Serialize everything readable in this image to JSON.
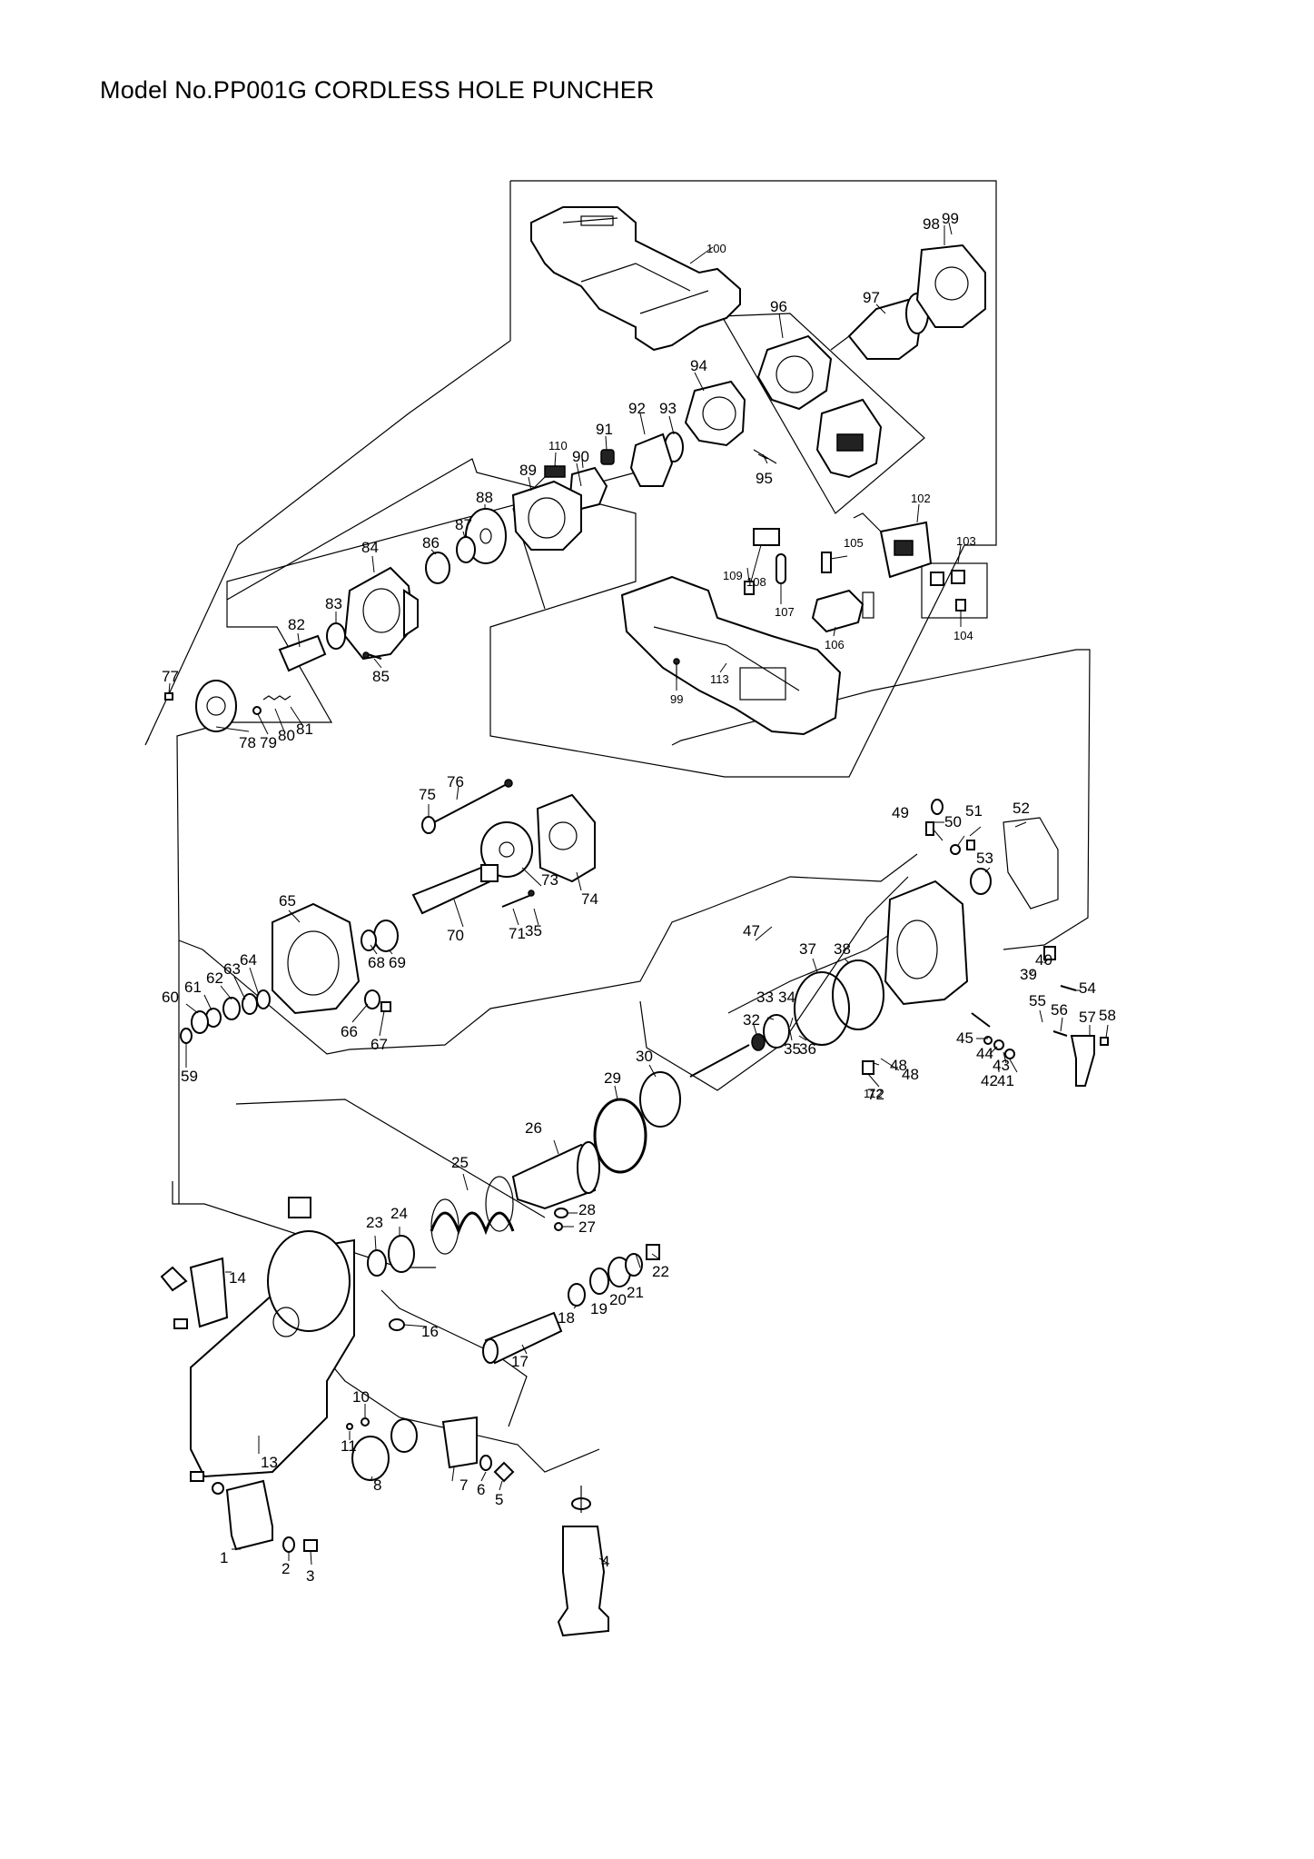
{
  "title": "Model No.PP001G CORDLESS HOLE PUNCHER",
  "parts": [
    {
      "id": "1"
    },
    {
      "id": "2"
    },
    {
      "id": "3"
    },
    {
      "id": "4"
    },
    {
      "id": "5"
    },
    {
      "id": "6"
    },
    {
      "id": "7"
    },
    {
      "id": "8"
    },
    {
      "id": "10"
    },
    {
      "id": "11"
    },
    {
      "id": "13"
    },
    {
      "id": "14"
    },
    {
      "id": "16"
    },
    {
      "id": "17"
    },
    {
      "id": "18"
    },
    {
      "id": "19"
    },
    {
      "id": "20"
    },
    {
      "id": "21"
    },
    {
      "id": "22"
    },
    {
      "id": "23"
    },
    {
      "id": "24"
    },
    {
      "id": "25"
    },
    {
      "id": "26"
    },
    {
      "id": "27"
    },
    {
      "id": "28"
    },
    {
      "id": "29"
    },
    {
      "id": "30"
    },
    {
      "id": "32"
    },
    {
      "id": "33"
    },
    {
      "id": "34"
    },
    {
      "id": "35"
    },
    {
      "id": "36"
    },
    {
      "id": "37"
    },
    {
      "id": "38"
    },
    {
      "id": "39"
    },
    {
      "id": "40"
    },
    {
      "id": "41"
    },
    {
      "id": "42"
    },
    {
      "id": "43"
    },
    {
      "id": "44"
    },
    {
      "id": "45"
    },
    {
      "id": "47"
    },
    {
      "id": "48"
    },
    {
      "id": "49"
    },
    {
      "id": "50"
    },
    {
      "id": "51"
    },
    {
      "id": "52"
    },
    {
      "id": "53"
    },
    {
      "id": "54"
    },
    {
      "id": "55"
    },
    {
      "id": "56"
    },
    {
      "id": "57"
    },
    {
      "id": "58"
    },
    {
      "id": "59"
    },
    {
      "id": "60"
    },
    {
      "id": "61"
    },
    {
      "id": "62"
    },
    {
      "id": "63"
    },
    {
      "id": "64"
    },
    {
      "id": "65"
    },
    {
      "id": "66"
    },
    {
      "id": "67"
    },
    {
      "id": "68"
    },
    {
      "id": "69"
    },
    {
      "id": "70"
    },
    {
      "id": "71"
    },
    {
      "id": "72"
    },
    {
      "id": "73"
    },
    {
      "id": "74"
    },
    {
      "id": "75"
    },
    {
      "id": "76"
    },
    {
      "id": "77"
    },
    {
      "id": "78"
    },
    {
      "id": "79"
    },
    {
      "id": "80"
    },
    {
      "id": "81"
    },
    {
      "id": "82"
    },
    {
      "id": "83"
    },
    {
      "id": "84"
    },
    {
      "id": "85"
    },
    {
      "id": "86"
    },
    {
      "id": "87"
    },
    {
      "id": "88"
    },
    {
      "id": "89"
    },
    {
      "id": "90"
    },
    {
      "id": "91"
    },
    {
      "id": "92"
    },
    {
      "id": "93"
    },
    {
      "id": "94"
    },
    {
      "id": "95"
    },
    {
      "id": "96"
    },
    {
      "id": "97"
    },
    {
      "id": "98"
    },
    {
      "id": "99"
    },
    {
      "id": "100"
    },
    {
      "id": "102"
    },
    {
      "id": "103"
    },
    {
      "id": "104"
    },
    {
      "id": "105"
    },
    {
      "id": "106"
    },
    {
      "id": "107"
    },
    {
      "id": "108"
    },
    {
      "id": "109"
    },
    {
      "id": "110"
    },
    {
      "id": "112"
    },
    {
      "id": "113"
    }
  ],
  "extra_labels": {
    "l35b": "35",
    "l48b": "48",
    "l99b": "99"
  }
}
